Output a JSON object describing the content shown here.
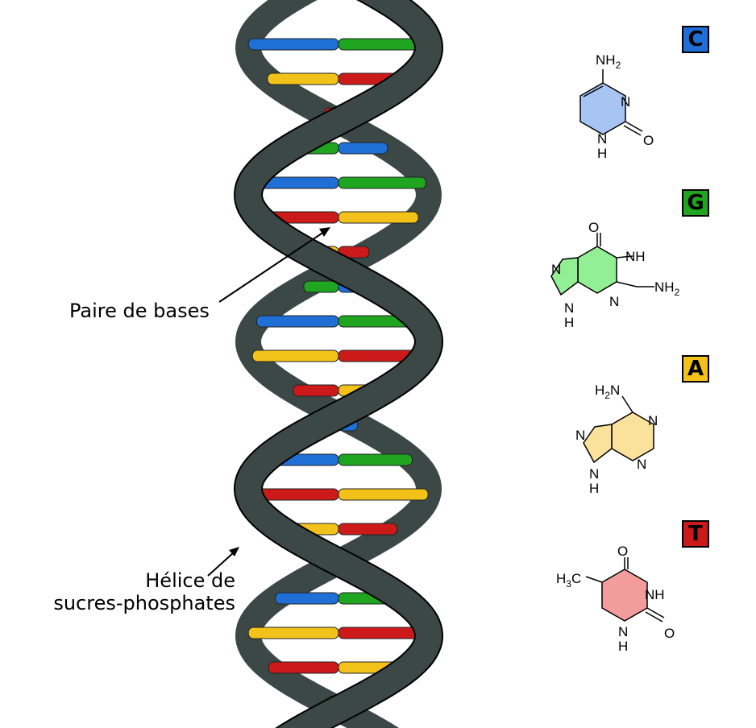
{
  "labels": {
    "base_pair": "Paire de bases",
    "backbone_line1": "Hélice de",
    "backbone_line2": "sucres-phosphates"
  },
  "bases": [
    {
      "letter": "C",
      "color": "#1f6fd6",
      "ring_color": "#a7c4f2"
    },
    {
      "letter": "G",
      "color": "#1fa51f",
      "ring_color": "#93ef93"
    },
    {
      "letter": "A",
      "color": "#f3c21a",
      "ring_color": "#fbe29c"
    },
    {
      "letter": "T",
      "color": "#cc1a1a",
      "ring_color": "#f29c9c"
    }
  ],
  "strand_color": "#3c4845",
  "atoms": {
    "N": "N",
    "O": "O",
    "H": "H",
    "NH": "NH",
    "NH2": "NH",
    "H2N": "H",
    "H3C": "H",
    "C": "C",
    "sub2": "2",
    "sub3": "3"
  }
}
